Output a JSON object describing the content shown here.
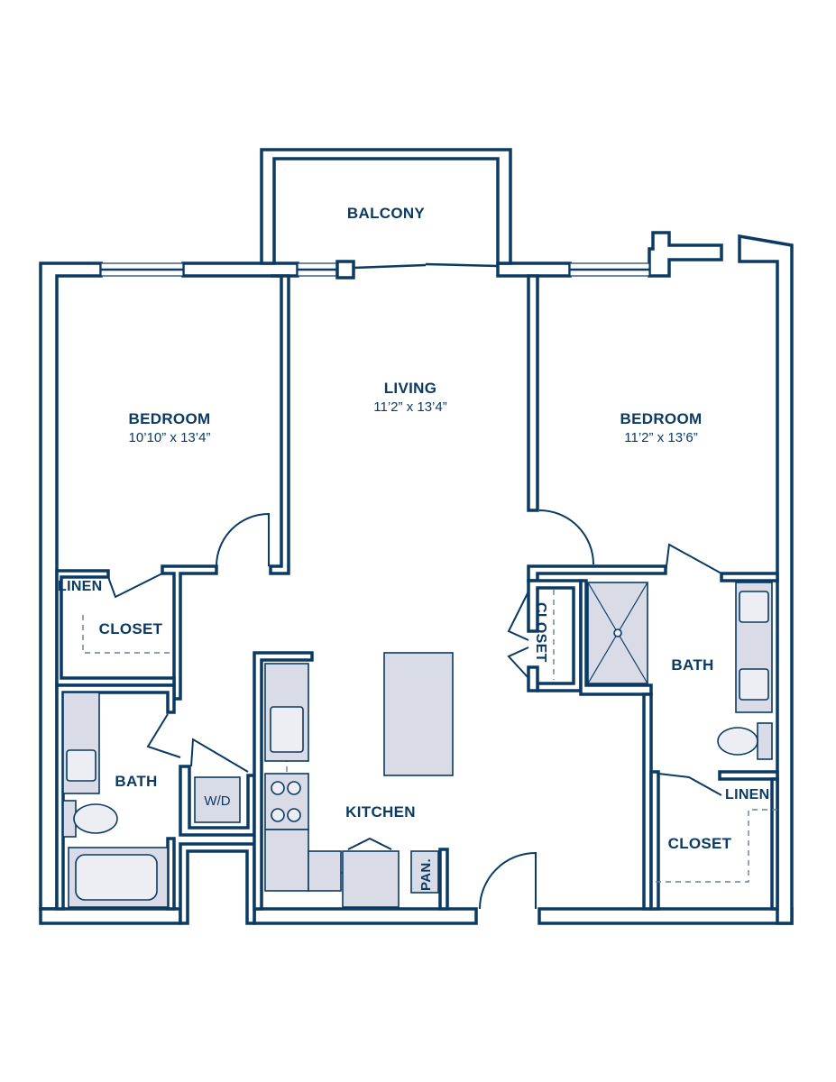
{
  "rooms": {
    "balcony": {
      "label": "BALCONY"
    },
    "living": {
      "label": "LIVING",
      "size": "11’2” x 13’4”"
    },
    "bedroom_left": {
      "label": "BEDROOM",
      "size": "10’10” x 13’4”"
    },
    "bedroom_right": {
      "label": "BEDROOM",
      "size": "11’2” x 13’6”"
    },
    "linen_left": {
      "label": "LINEN"
    },
    "closet_left": {
      "label": "CLOSET"
    },
    "bath_left": {
      "label": "BATH"
    },
    "washer_dryer": {
      "label": "W/D"
    },
    "kitchen": {
      "label": "KITCHEN"
    },
    "pantry": {
      "label": "PAN."
    },
    "hall_closet": {
      "label": "CLOSET"
    },
    "bath_right": {
      "label": "BATH"
    },
    "linen_right": {
      "label": "LINEN"
    },
    "closet_right": {
      "label": "CLOSET"
    }
  },
  "colors": {
    "wall": "#0b3a63",
    "fixture_fill": "#d9dce6",
    "background": "#ffffff"
  }
}
